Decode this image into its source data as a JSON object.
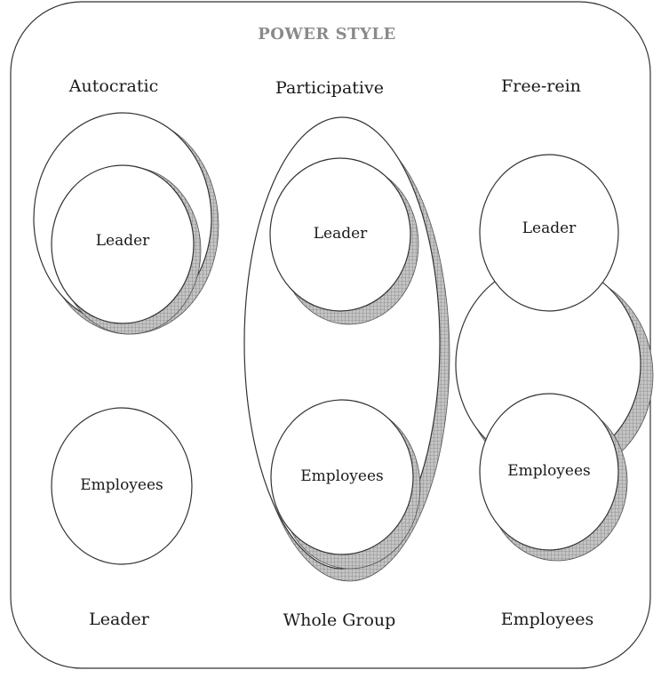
{
  "title": "POWER STYLE",
  "columns": [
    {
      "heading": "Autocratic",
      "leader_label": "Leader",
      "employees_label": "Employees",
      "footer": "Leader"
    },
    {
      "heading": "Participative",
      "leader_label": "Leader",
      "employees_label": "Employees",
      "footer": "Whole Group"
    },
    {
      "heading": "Free-rein",
      "leader_label": "Leader",
      "employees_label": "Employees",
      "footer": "Employees"
    }
  ],
  "colors": {
    "stroke": "#333333",
    "shadow_fill": "#b8b8b8",
    "shadow_grid": "#7a7a7a",
    "title": "#8a8a8a"
  }
}
